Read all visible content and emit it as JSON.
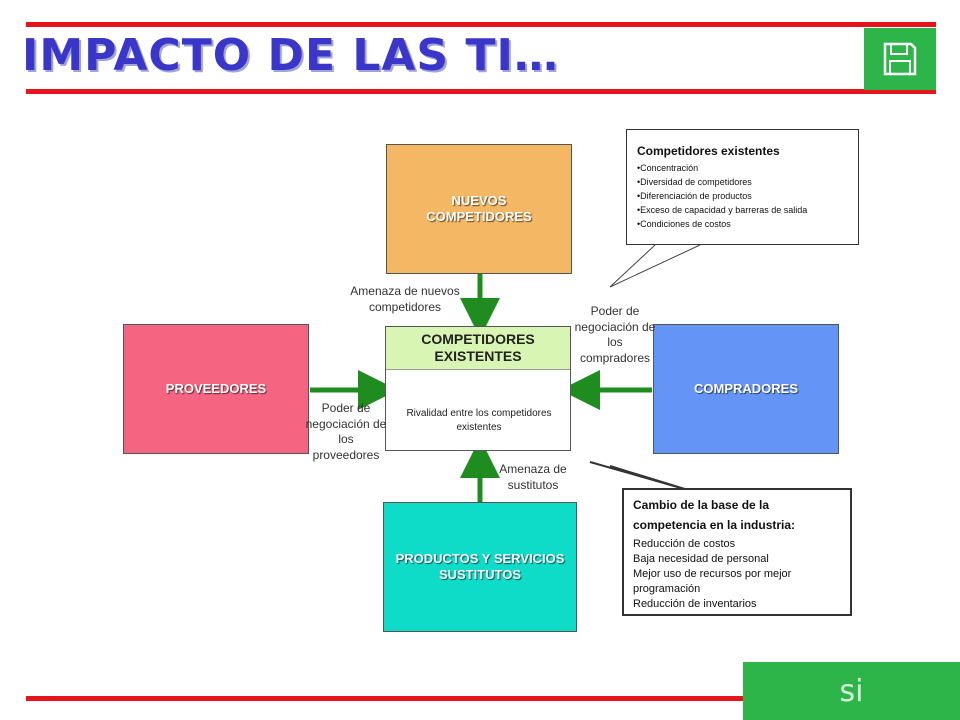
{
  "header": {
    "title": "IMPACTO DE LAS TI…",
    "save_icon": "floppy-disk-icon"
  },
  "diagram": {
    "nuevos": "NUEVOS COMPETIDORES",
    "competidores_title": "COMPETIDORES EXISTENTES",
    "rivalidad": "Rivalidad entre los competidores existentes",
    "proveedores": "PROVEEDORES",
    "compradores": "COMPRADORES",
    "sustitutos": "PRODUCTOS Y SERVICIOS SUSTITUTOS",
    "amenaza_nuevos": "Amenaza de nuevos competidores",
    "poder_proveedores": "Poder de negociación de los proveedores",
    "poder_compradores": "Poder de negociación de los compradores",
    "amenaza_sustitutos": "Amenaza de sustitutos"
  },
  "callout_top": {
    "title": "Competidores existentes",
    "items": [
      "•Concentración",
      "•Diversidad de competidores",
      "•Diferenciación de productos",
      "•Exceso de capacidad y barreras de salida",
      "•Condiciones de costos"
    ]
  },
  "callout_bottom": {
    "title": "Cambio de la base de la competencia en la industria:",
    "items": [
      "Reducción de costos",
      "Baja necesidad de personal",
      "Mejor uso de recursos por mejor programación",
      "Reducción de inventarios"
    ]
  },
  "footer": {
    "si_label": "si"
  },
  "colors": {
    "accent_red": "#e8141b",
    "title_blue": "#3a36c9",
    "arrow_green": "#1e8c1e"
  }
}
